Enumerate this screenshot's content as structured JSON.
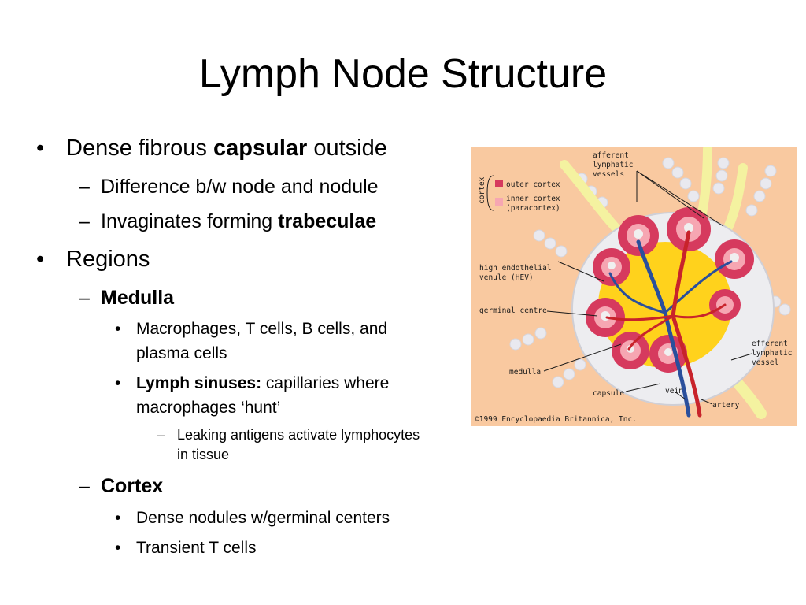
{
  "slide": {
    "title": "Lymph Node Structure",
    "bullets": {
      "b1": {
        "pre": "Dense fibrous ",
        "bold": "capsular",
        "post": " outside"
      },
      "b1a": "Difference b/w node and nodule",
      "b1b": {
        "pre": "Invaginates forming ",
        "bold": "trabeculae"
      },
      "b2": "Regions",
      "b2a": "Medulla",
      "b2a1_line1": "Macrophages, T cells, B cells, and",
      "b2a1_line2": "plasma cells",
      "b2a2": {
        "bold": "Lymph sinuses:",
        "post": " capillaries where"
      },
      "b2a2_line2": "macrophages ‘hunt’",
      "b2a2a_line1": "Leaking antigens activate lymphocytes",
      "b2a2a_line2": "in tissue",
      "b2b": "Cortex",
      "b2b1": "Dense nodules w/germinal centers",
      "b2b2": "Transient T cells"
    },
    "markers": {
      "bullet": "•",
      "dash": "–"
    }
  },
  "figure": {
    "labels": {
      "afferent_1": "afferent",
      "afferent_2": "lymphatic",
      "afferent_3": "vessels",
      "cortex": "cortex",
      "outer_cortex": "outer cortex",
      "inner_cortex_1": "inner cortex",
      "inner_cortex_2": "(paracortex)",
      "hev_1": "high endothelial",
      "hev_2": "venule (HEV)",
      "germinal": "germinal centre",
      "medulla": "medulla",
      "capsule": "capsule",
      "vein": "vein",
      "artery": "artery",
      "efferent_1": "efferent",
      "efferent_2": "lymphatic",
      "efferent_3": "vessel",
      "copyright": "©1999 Encyclopaedia Britannica, Inc."
    },
    "colors": {
      "background": "#f9c9a0",
      "outer_cortex": "#d63a5e",
      "inner_cortex": "#f6a6b2",
      "lymph_vessel": "#f4f2a0",
      "capsule": "#ededf0",
      "vein": "#2a4f9c",
      "artery": "#c8232b",
      "medulla": "#ffd21c"
    }
  }
}
